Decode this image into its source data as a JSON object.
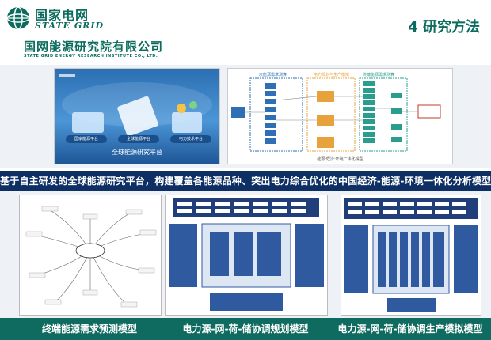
{
  "header": {
    "brand_cn": "国家电网",
    "brand_en": "STATE GRID",
    "institute_cn": "国网能源研究院有限公司",
    "institute_en": "STATE GRID ENERGY RESEARCH INSTITUTE CO., LTD.",
    "section_title": "4  研究方法"
  },
  "platform_image": {
    "title": "全球能源研究平台",
    "modules": [
      "国家能源平台",
      "全球能源平台",
      "电力技术平台"
    ]
  },
  "flow_image": {
    "col_headers": [
      "一次能源需求测算",
      "电力规划与生产模拟",
      "终端能源需求测算"
    ],
    "caption": "能源-经济-环境一体化模型"
  },
  "banner": {
    "text": "基于自主研发的全球能源研究平台，构建覆盖各能源品种、突出电力综合优化的中国经济-能源-环境一体化分析模型"
  },
  "panels": [
    {
      "label": "终端能源需求预测模型"
    },
    {
      "label": "电力源-网-荷-储协调规划模型"
    },
    {
      "label": "电力源-网-荷-储协调生产模拟模型"
    }
  ],
  "colors": {
    "brand_green": "#0a6b5e",
    "banner_navy": "#0d2f63",
    "label_green": "#0f6b5f"
  }
}
